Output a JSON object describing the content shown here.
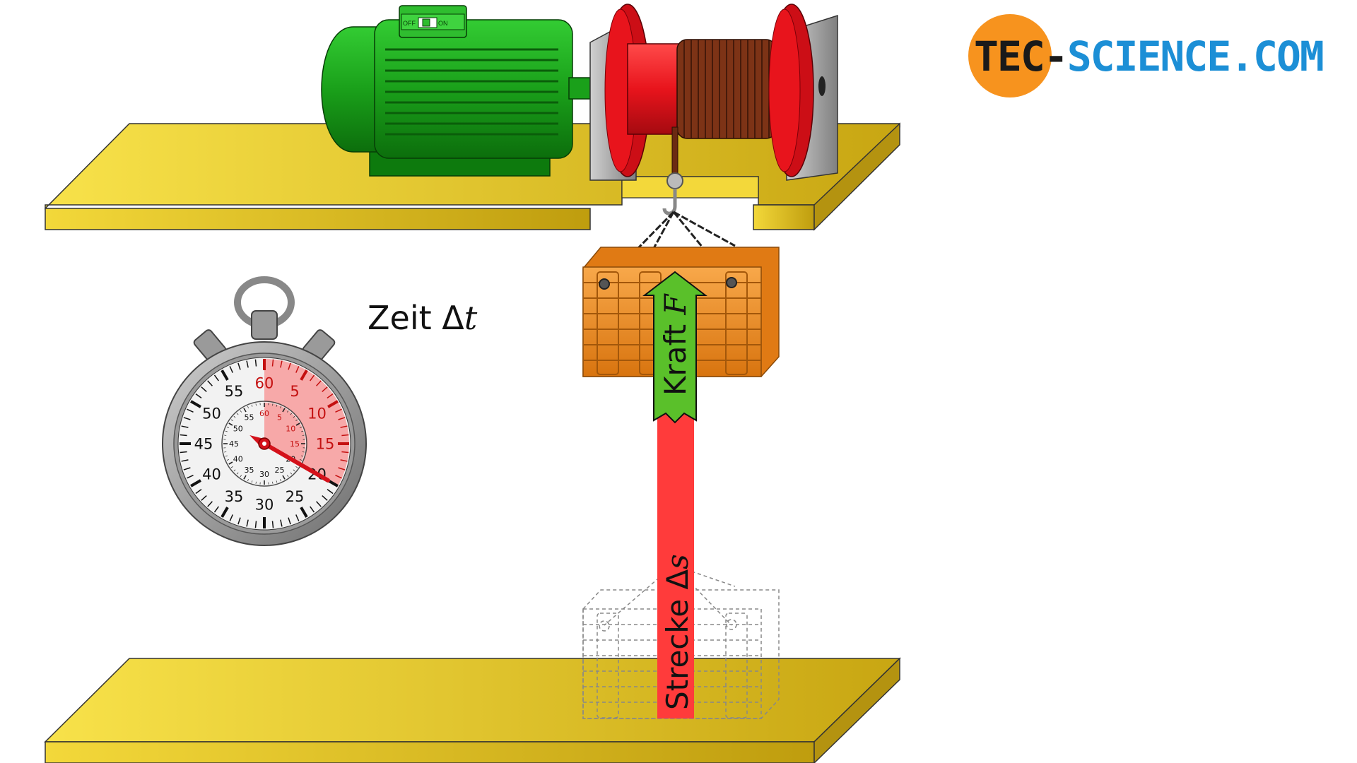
{
  "logo": {
    "part1": "TEC",
    "dash": "-",
    "part2": "SCIENCE",
    "part3": ".COM",
    "circle_color": "#f7931e",
    "text_dark": "#1a1a1a",
    "text_blue": "#1c8fd6"
  },
  "motor": {
    "switch_off": "OFF",
    "switch_on": "ON",
    "color": "#1fa51f"
  },
  "winch": {
    "drum_color": "#e8141c",
    "rope_color": "#6b2a12"
  },
  "stopwatch": {
    "outer_labels": [
      "60",
      "5",
      "10",
      "15",
      "20",
      "25",
      "30",
      "35",
      "40",
      "45",
      "50",
      "55"
    ],
    "inner_labels": [
      "60",
      "5",
      "10",
      "15",
      "20",
      "25",
      "30",
      "35",
      "40",
      "45",
      "50",
      "55"
    ],
    "elapsed_seconds": 20,
    "highlight_color": "#f7a1a1",
    "hand_color": "#d4111a"
  },
  "labels": {
    "time_word": "Zeit ",
    "time_symbol": "Δ",
    "time_var": "t",
    "force_word": "Kraft ",
    "force_var": "F",
    "distance_word": "Strecke ",
    "distance_symbol": "Δ",
    "distance_var": "s"
  },
  "colors": {
    "shelf_light": "#f5df48",
    "shelf_dark": "#c9a812",
    "crate": "#f39224",
    "crate_dark": "#b8600f",
    "force_arrow": "#5ac02a",
    "distance_bar": "#ff3b3b"
  }
}
